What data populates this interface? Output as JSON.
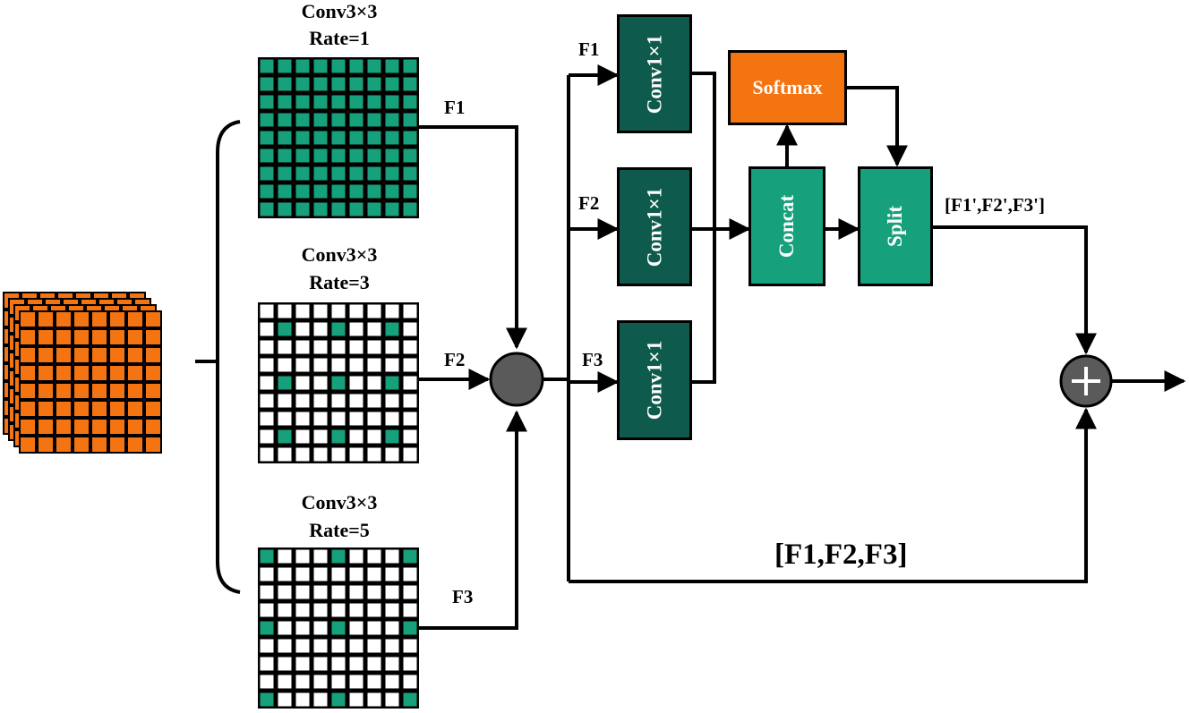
{
  "colors": {
    "dark_green": "#0e5a4c",
    "teal": "#17a07c",
    "orange": "#f47412",
    "circle_gray": "#5a5a5a",
    "line": "#000000"
  },
  "branches": [
    {
      "title": "Conv3×3",
      "rate": "Rate=1",
      "output": "F1",
      "dilation": 1
    },
    {
      "title": "Conv3×3",
      "rate": "Rate=3",
      "output": "F2",
      "dilation": 3
    },
    {
      "title": "Conv3×3",
      "rate": "Rate=5",
      "output": "F3",
      "dilation": 5
    }
  ],
  "conv1x1": [
    {
      "input": "F1",
      "label": "Conv1×1"
    },
    {
      "input": "F2",
      "label": "Conv1×1"
    },
    {
      "input": "F3",
      "label": "Conv1×1"
    }
  ],
  "concat_label": "Concat",
  "softmax_label": "Softmax",
  "split_label": "Split",
  "split_output": "[F1',F2',F3']",
  "skip_label": "[F1,F2,F3]",
  "add_icon": "plus-icon"
}
